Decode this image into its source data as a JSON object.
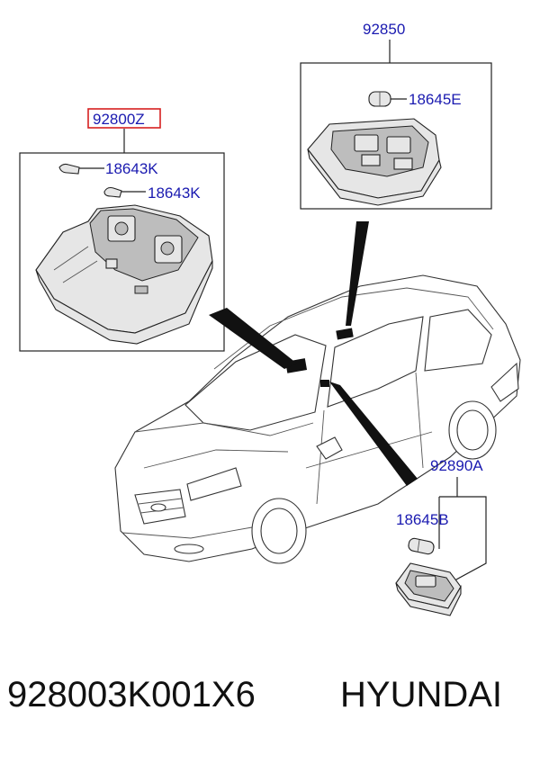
{
  "diagram": {
    "labels": {
      "assembly_front": "92800Z",
      "bulb_front_a": "18643K",
      "bulb_front_b": "18643K",
      "assembly_room": "92850",
      "bulb_room": "18645E",
      "assembly_vanity": "92890A",
      "bulb_vanity": "18645B"
    },
    "highlight_color": "#d62020",
    "label_color": "#1a1ab0"
  },
  "footer": {
    "part_number": "928003K001X6",
    "brand": "HYUNDAI"
  }
}
